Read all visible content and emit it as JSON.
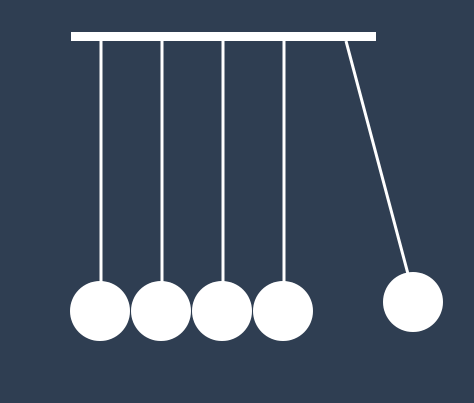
{
  "scene": {
    "type": "newtons-cradle",
    "background_color": "#2f3e52",
    "foreground_color": "#ffffff",
    "ball_count": 5,
    "resting_balls": 4,
    "swung_out_balls": 1,
    "swung_out_side": "right"
  }
}
